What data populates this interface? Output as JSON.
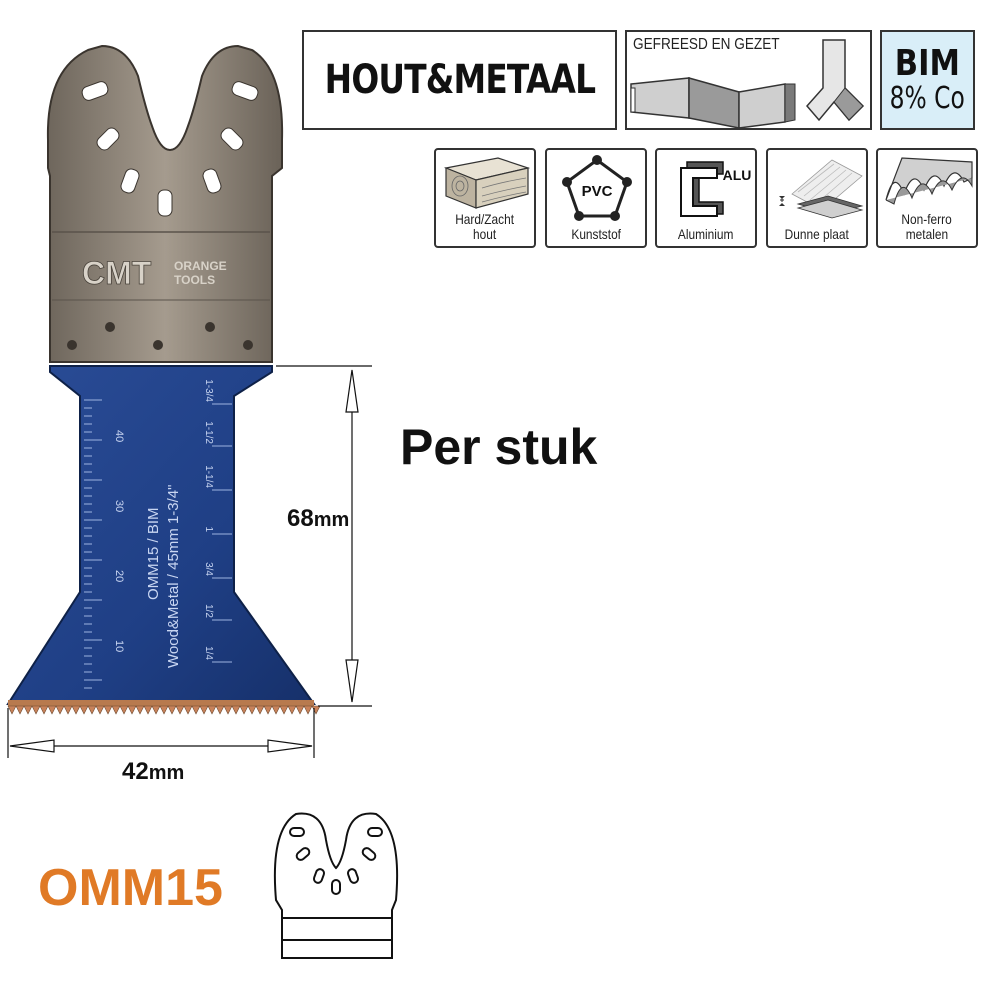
{
  "badges": {
    "material": "HOUT&METAAL",
    "tooth_set": "GEFREESD EN GEZET",
    "bim_line1": "BIM",
    "bim_line2": "8% Co"
  },
  "materials": [
    {
      "line1": "Hard/Zacht",
      "line2": "hout",
      "icon": "wood-icon"
    },
    {
      "line1": "Kunststof",
      "line2": "",
      "icon": "pvc-icon",
      "icon_text": "PVC"
    },
    {
      "line1": "Aluminium",
      "line2": "",
      "icon": "aluminium-icon",
      "icon_text": "ALU"
    },
    {
      "line1": "Dunne plaat",
      "line2": "",
      "icon": "thin-sheet-icon"
    },
    {
      "line1": "Non-ferro",
      "line2": "metalen",
      "icon": "corrugated-metal-icon"
    }
  ],
  "blade": {
    "brand": "CMT",
    "brand_sub1": "ORANGE",
    "brand_sub2": "TOOLS",
    "print_line1": "OMM15 / BIM",
    "print_line2": "Wood&Metal / 45mm 1-3/4\"",
    "metric_ticks": [
      "10",
      "20",
      "30",
      "40"
    ],
    "inch_ticks": [
      "1-3/4",
      "1-1/2",
      "1-1/4",
      "1",
      "3/4",
      "1/2",
      "1/4"
    ]
  },
  "per_stuk": "Per stuk",
  "dimensions": {
    "height_value": "68",
    "height_unit": "mm",
    "width_value": "42",
    "width_unit": "mm"
  },
  "product_code": "OMM15",
  "colors": {
    "accent": "#e07a26",
    "blade_blue": "#1f3f85",
    "steel": "#8a8278",
    "bim_bg": "#d9eef8"
  }
}
